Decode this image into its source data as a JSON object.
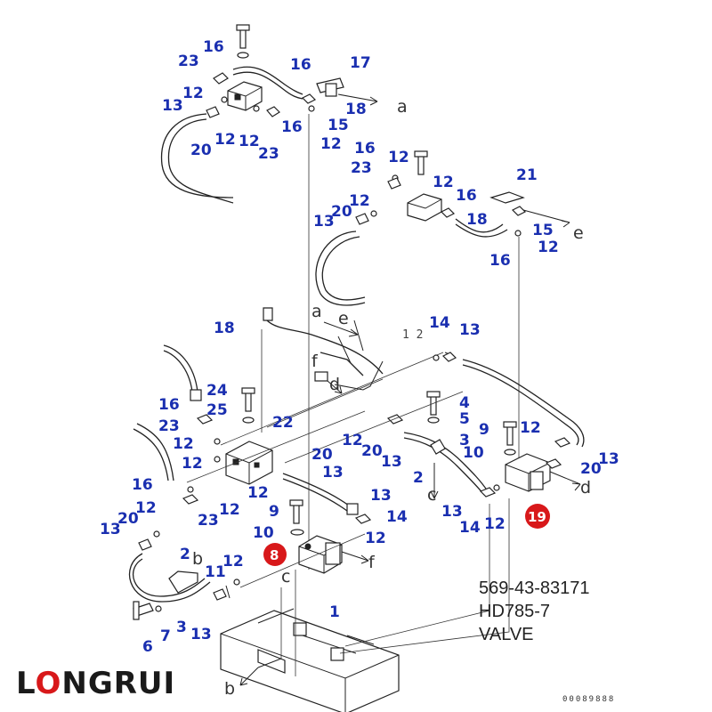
{
  "callouts": [
    {
      "id": "c16a",
      "label": "16"
    },
    {
      "id": "c23a",
      "label": "23"
    },
    {
      "id": "c12a",
      "label": "12"
    },
    {
      "id": "c13a",
      "label": "13"
    },
    {
      "id": "c20a",
      "label": "20"
    },
    {
      "id": "c12b",
      "label": "12"
    },
    {
      "id": "c12c",
      "label": "12"
    },
    {
      "id": "c23b",
      "label": "23"
    },
    {
      "id": "c16b",
      "label": "16"
    },
    {
      "id": "c17a",
      "label": "17"
    },
    {
      "id": "c18a",
      "label": "18"
    },
    {
      "id": "c15a",
      "label": "15"
    },
    {
      "id": "c16c",
      "label": "16"
    },
    {
      "id": "c12d",
      "label": "12"
    },
    {
      "id": "c16d",
      "label": "16"
    },
    {
      "id": "c12e",
      "label": "12"
    },
    {
      "id": "c23c",
      "label": "23"
    },
    {
      "id": "c12f",
      "label": "12"
    },
    {
      "id": "c16e",
      "label": "16"
    },
    {
      "id": "c21a",
      "label": "21"
    },
    {
      "id": "c20b",
      "label": "20"
    },
    {
      "id": "c12g",
      "label": "12"
    },
    {
      "id": "c13b",
      "label": "13"
    },
    {
      "id": "c18b",
      "label": "18"
    },
    {
      "id": "c15b",
      "label": "15"
    },
    {
      "id": "c12h",
      "label": "12"
    },
    {
      "id": "c16f",
      "label": "16"
    },
    {
      "id": "c18c",
      "label": "18"
    },
    {
      "id": "c14a",
      "label": "14"
    },
    {
      "id": "c13c",
      "label": "13"
    },
    {
      "id": "c24a",
      "label": "24"
    },
    {
      "id": "c16g",
      "label": "16"
    },
    {
      "id": "c25a",
      "label": "25"
    },
    {
      "id": "c23d",
      "label": "23"
    },
    {
      "id": "c22a",
      "label": "22"
    },
    {
      "id": "c12i",
      "label": "12"
    },
    {
      "id": "c12j",
      "label": "12"
    },
    {
      "id": "c4a",
      "label": "4"
    },
    {
      "id": "c5a",
      "label": "5"
    },
    {
      "id": "c9a",
      "label": "9"
    },
    {
      "id": "c12k",
      "label": "12"
    },
    {
      "id": "c3a",
      "label": "3"
    },
    {
      "id": "c12l",
      "label": "12"
    },
    {
      "id": "c20c",
      "label": "20"
    },
    {
      "id": "c13d",
      "label": "13"
    },
    {
      "id": "c10a",
      "label": "10"
    },
    {
      "id": "c20d",
      "label": "20"
    },
    {
      "id": "c13e",
      "label": "13"
    },
    {
      "id": "c20e",
      "label": "20"
    },
    {
      "id": "c13f",
      "label": "13"
    },
    {
      "id": "c2a",
      "label": "2"
    },
    {
      "id": "c16h",
      "label": "16"
    },
    {
      "id": "c12m",
      "label": "12"
    },
    {
      "id": "c12n",
      "label": "12"
    },
    {
      "id": "c12o",
      "label": "12"
    },
    {
      "id": "c23e",
      "label": "23"
    },
    {
      "id": "c13g",
      "label": "13"
    },
    {
      "id": "c9b",
      "label": "9"
    },
    {
      "id": "c14b",
      "label": "14"
    },
    {
      "id": "c13h",
      "label": "13"
    },
    {
      "id": "c14c",
      "label": "14"
    },
    {
      "id": "c12p",
      "label": "12"
    },
    {
      "id": "c20f",
      "label": "20"
    },
    {
      "id": "c13i",
      "label": "13"
    },
    {
      "id": "c10b",
      "label": "10"
    },
    {
      "id": "c12q",
      "label": "12"
    },
    {
      "id": "c2b",
      "label": "2"
    },
    {
      "id": "c11a",
      "label": "11"
    },
    {
      "id": "c12r",
      "label": "12"
    },
    {
      "id": "c1a",
      "label": "1"
    },
    {
      "id": "c6a",
      "label": "6"
    },
    {
      "id": "c7a",
      "label": "7"
    },
    {
      "id": "c3b",
      "label": "3"
    },
    {
      "id": "c13j",
      "label": "13"
    }
  ],
  "letters": [
    {
      "id": "la",
      "label": "a"
    },
    {
      "id": "le",
      "label": "e"
    },
    {
      "id": "la2",
      "label": "a"
    },
    {
      "id": "le2",
      "label": "e"
    },
    {
      "id": "lf",
      "label": "f"
    },
    {
      "id": "ld",
      "label": "d"
    },
    {
      "id": "lc",
      "label": "c"
    },
    {
      "id": "ld2",
      "label": "d"
    },
    {
      "id": "lb",
      "label": "b"
    },
    {
      "id": "lf2",
      "label": "f"
    },
    {
      "id": "lc2",
      "label": "c"
    },
    {
      "id": "lb2",
      "label": "b"
    }
  ],
  "small_label": "1 2",
  "badges": [
    {
      "id": "b8",
      "label": "8"
    },
    {
      "id": "b19",
      "label": "19"
    }
  ],
  "info": {
    "part_number": "569-43-83171",
    "model": "HD785-7",
    "name": "VALVE"
  },
  "logo": {
    "pre": "L",
    "o": "O",
    "post": "NGRUI"
  },
  "code": "00089888",
  "colors": {
    "callout": "#1a2fb0",
    "badge": "#d8181a",
    "line": "#222222"
  }
}
